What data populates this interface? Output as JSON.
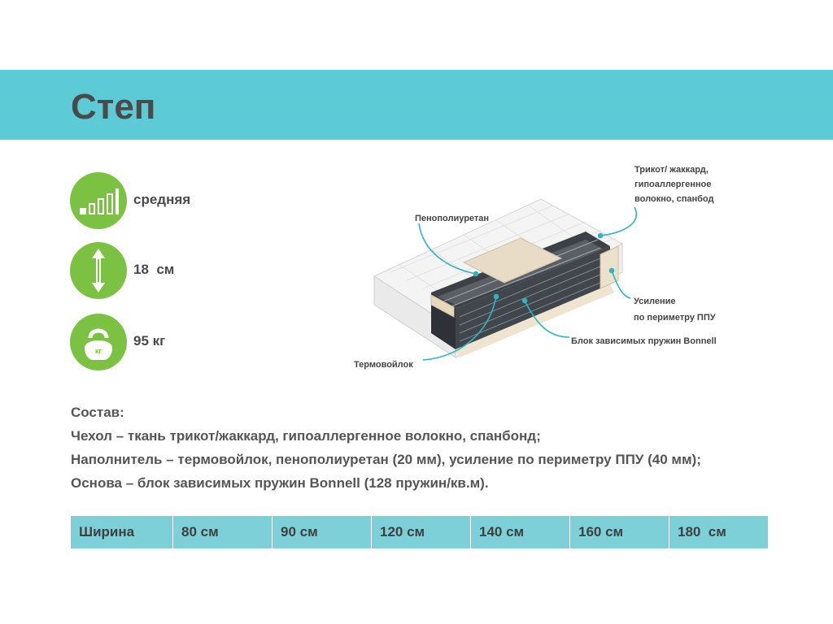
{
  "title": "Степ",
  "specs": [
    {
      "icon": "stiffness-bars-icon",
      "label": "средняя"
    },
    {
      "icon": "height-arrow-icon",
      "label": "18  см"
    },
    {
      "icon": "weight-kettlebell-icon",
      "label": "95 кг",
      "badge": "кг"
    }
  ],
  "callouts": {
    "cover": [
      "Трикот/ жаккард,",
      "гипоаллергенное",
      "волокно, спанбод"
    ],
    "foam": "Пенополиуретан",
    "reinforcement": [
      "Усиление",
      "по периметру ППУ"
    ],
    "springs": "Блок зависимых пружин Bonnell",
    "felt": "Термовойлок"
  },
  "composition": {
    "heading": "Состав:",
    "lines": [
      "Чехол – ткань трикот/жаккард, гипоаллергенное волокно, спанбонд;",
      "Наполнитель – термовойлок, пенополиуретан (20 мм), усиление по периметру ППУ (40 мм);",
      "Основа – блок зависимых пружин Bonnell (128 пружин/кв.м)."
    ]
  },
  "sizes_table": {
    "header": "Ширина",
    "values": [
      "80 см",
      "90 см",
      "120 см",
      "140 см",
      "160 см",
      "180  см"
    ]
  },
  "colors": {
    "header_band": "#5ccbd6",
    "icon_green": "#7cc242",
    "table_cell": "#7dcfd8",
    "callout_line": "#2fb5c2"
  }
}
